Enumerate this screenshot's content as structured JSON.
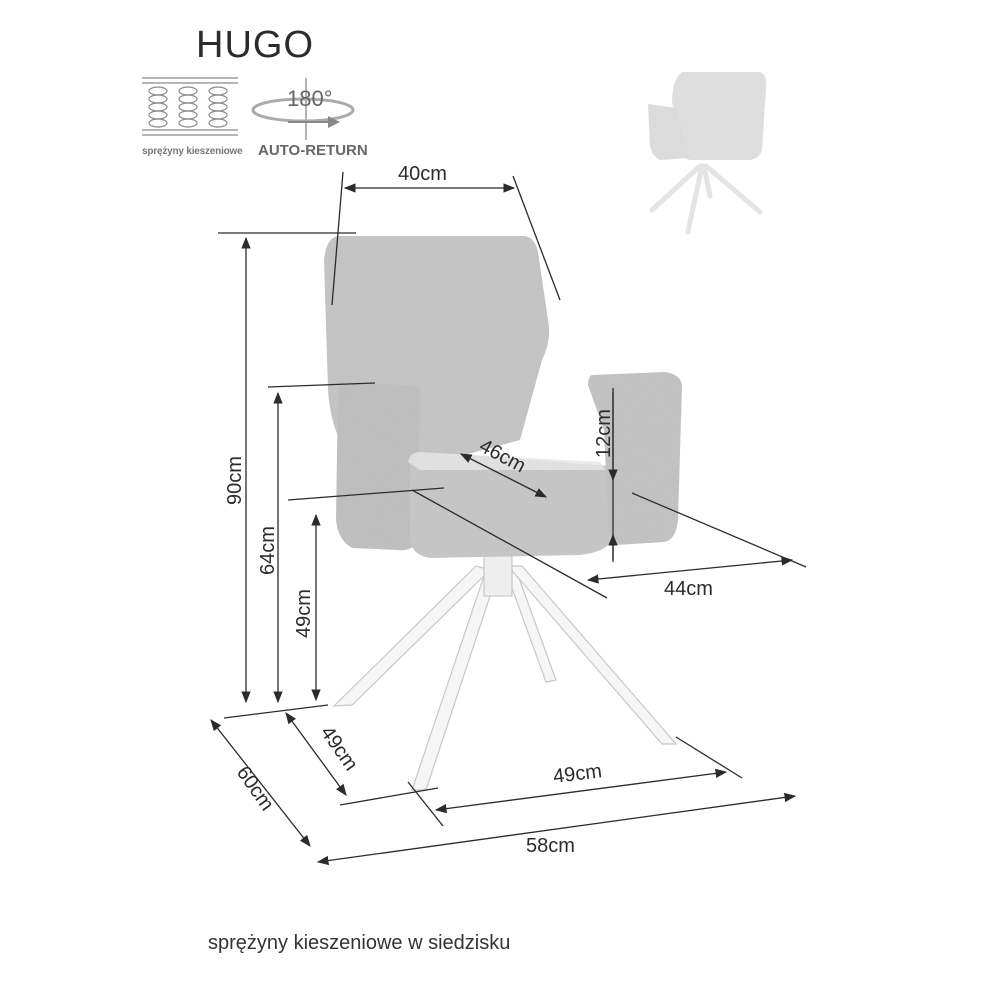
{
  "product": {
    "name": "HUGO",
    "caption": "sprężyny kieszeniowe w siedzisku"
  },
  "icons": {
    "springs": {
      "icon": "pocket-springs-icon",
      "label": "sprężyny kieszeniowe"
    },
    "rotation": {
      "icon": "rotation-180-icon",
      "degrees": "180°",
      "label": "AUTO-RETURN"
    }
  },
  "dimensions": {
    "backrest_width": "40cm",
    "total_height": "90cm",
    "armrest_height": "64cm",
    "seat_height": "49cm",
    "armrest_above_seat": "12cm",
    "seat_depth": "46cm",
    "seat_width": "44cm",
    "base_depth": "49cm",
    "total_depth": "60cm",
    "base_width": "49cm",
    "total_width": "58cm"
  },
  "colors": {
    "fabric": "#c9c9c9",
    "fabric_shadow": "#b8b8b8",
    "line": "#2b2b2b",
    "leg": "#f2f2f2"
  }
}
